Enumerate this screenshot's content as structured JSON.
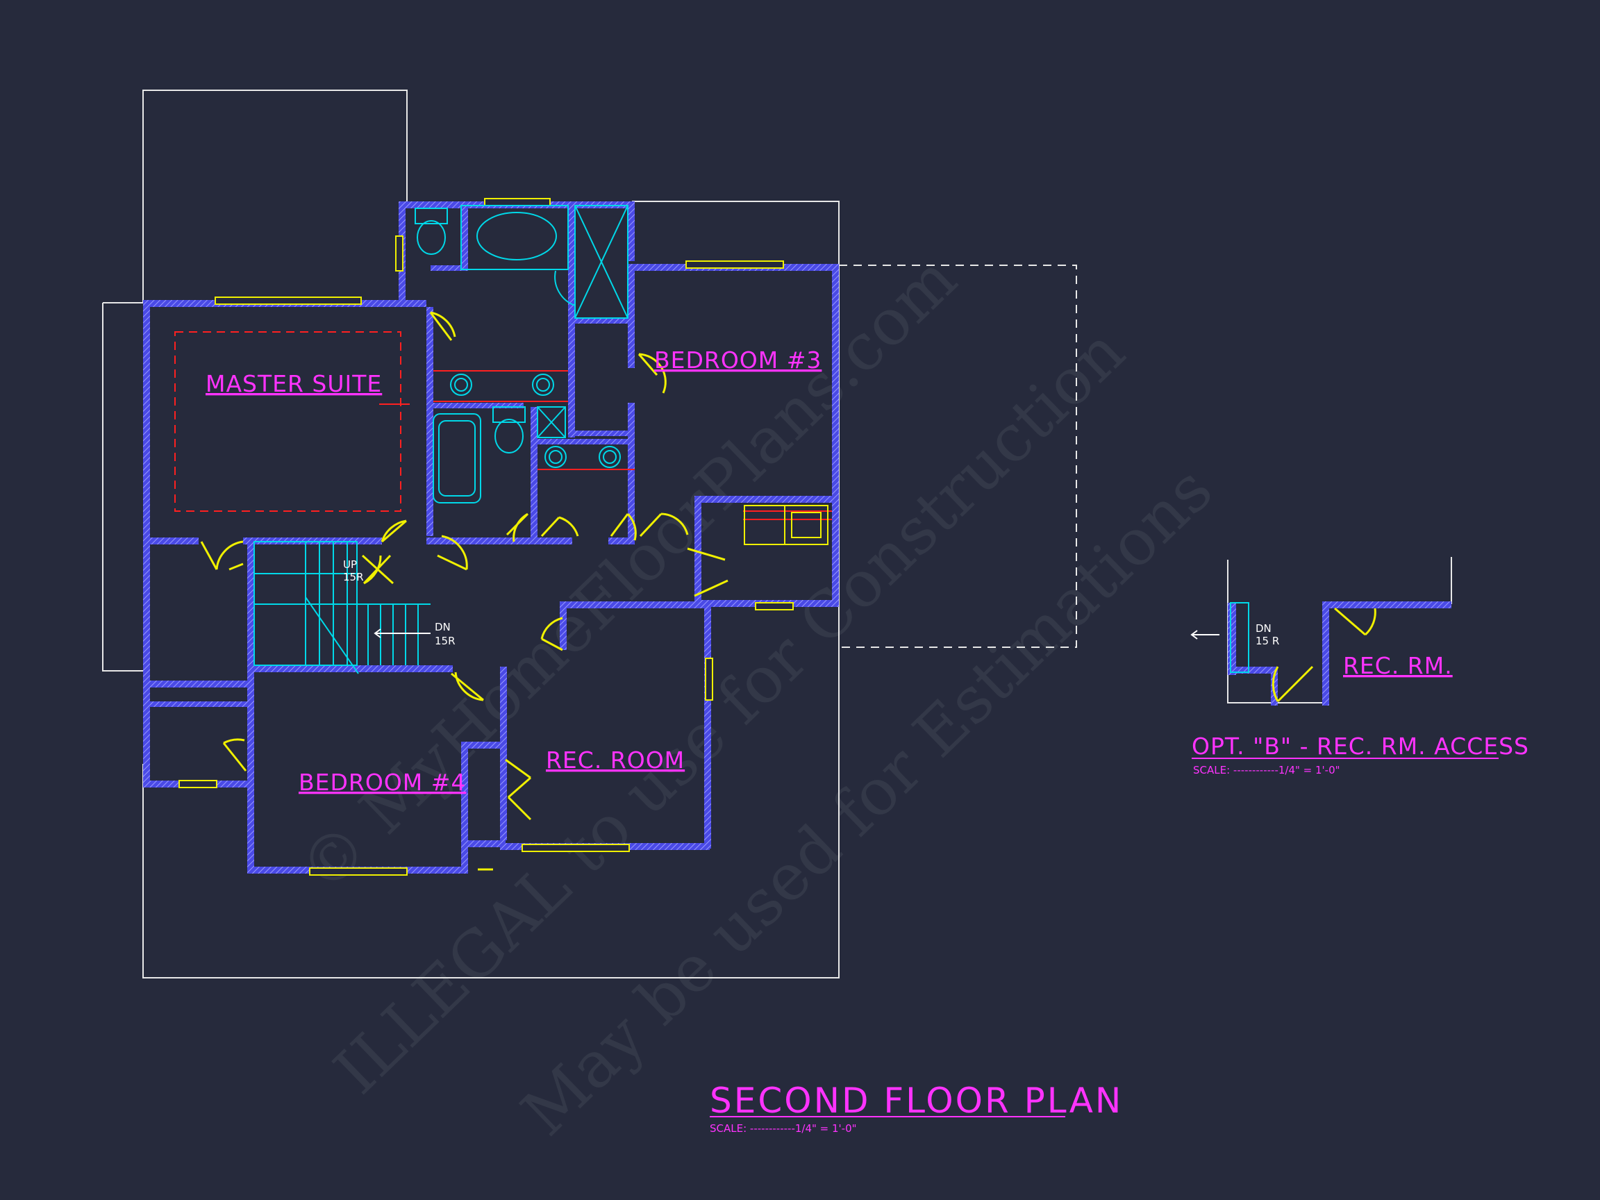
{
  "rooms": {
    "master_suite": "MASTER SUITE",
    "bedroom3": "BEDROOM #3",
    "bedroom4": "BEDROOM #4",
    "rec_room": "REC. ROOM"
  },
  "stairs": {
    "up_label": "UP",
    "up_risers": "15R",
    "down_label": "DN",
    "down_risers": "15R"
  },
  "title": {
    "text": "SECOND FLOOR PLAN",
    "scale": "SCALE: ------------1/4\" = 1'-0\""
  },
  "option_b": {
    "title": "OPT. \"B\" - REC. RM. ACCESS",
    "scale": "SCALE: ------------1/4\" = 1'-0\"",
    "dn_label": "DN",
    "dn_risers": "15 R",
    "room_label": "REC. RM."
  },
  "watermark": {
    "line1": "© MyHomeFloorPlans.com",
    "line2": "ILLEGAL to use for Construction",
    "line3": "May be used for Estimations"
  },
  "colors": {
    "background": "#262a3c",
    "wall": "#4a4ae6",
    "annotation": "#ff33ff",
    "door": "#f0f000",
    "fixture": "#00d8e8",
    "red_line": "#ff2020",
    "outline": "#e8e8e8"
  }
}
